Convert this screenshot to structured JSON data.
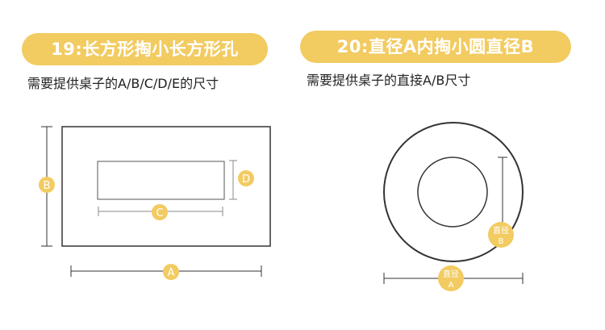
{
  "left_panel": {
    "title": "19:长方形掏小长方形孔",
    "subtitle": "需要提供桌子的A/B/C/D/E的尺寸",
    "labels": {
      "a": "A",
      "b": "B",
      "c": "C",
      "d": "D"
    }
  },
  "right_panel": {
    "title": "20:直径A内掏小圆直径B",
    "subtitle": "需要提供桌子的直接A/B尺寸",
    "labels": {
      "diameter_a_line1": "直径",
      "diameter_a_line2": "A",
      "diameter_b_line1": "直径",
      "diameter_b_line2": "B"
    }
  },
  "colors": {
    "accent": "#F2CB61",
    "line": "#333333"
  }
}
